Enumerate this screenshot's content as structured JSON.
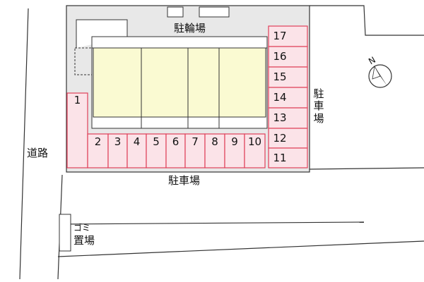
{
  "labels": {
    "bicycle_parking": "駐輪場",
    "parking_bottom": "駐車場",
    "parking_right": "駐車場",
    "road": "道路",
    "garbage_line1": "ゴミ",
    "garbage_line2": "置場"
  },
  "compass": {
    "letter": "N",
    "icon": "north-arrow-icon"
  },
  "parking_spaces": {
    "left_column": [
      "1"
    ],
    "bottom_row": [
      "2",
      "3",
      "4",
      "5",
      "6",
      "7",
      "8",
      "9",
      "10"
    ],
    "right_column": [
      "17",
      "16",
      "15",
      "14",
      "13",
      "12",
      "11"
    ]
  },
  "colors": {
    "site": "#e8e8e8",
    "building": "#fafad2",
    "parking_fill": "#fbe3e8",
    "parking_stroke": "#e0405a",
    "outline": "#333333"
  }
}
